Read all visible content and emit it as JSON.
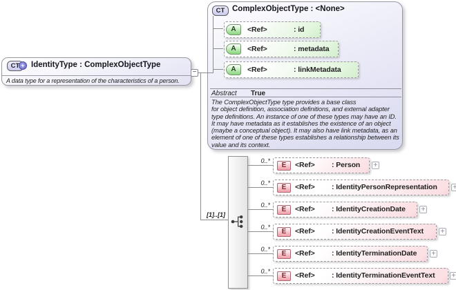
{
  "glyphs": {
    "ct": "CT",
    "attr": "A",
    "elem": "E",
    "plus": "+",
    "minus": "−",
    "derived_plus": "+"
  },
  "identity_node": {
    "title": "IdentityType : ComplexObjectType",
    "description": "A data type for a representation of the characteristics of a person."
  },
  "complex_object_node": {
    "title": "ComplexObjectType : <None>",
    "attributes": [
      {
        "ref": "<Ref>",
        "name": ": id"
      },
      {
        "ref": "<Ref>",
        "name": ": metadata"
      },
      {
        "ref": "<Ref>",
        "name": ": linkMetadata"
      }
    ],
    "facet": {
      "label": "Abstract",
      "value": "True"
    },
    "annotation": "The ComplexObjectType type provides a base class\nfor object definition, association definitions, and external adapter\ntype definitions. An instance of one of these types may have an ID.\nIt may have metadata as it establishes the existence of an object\n(maybe a conceptual object). It may also have link metadata, as an\nelement of one of these types establishes a relationship between its\nvalue and its context."
  },
  "sequence": {
    "cardinality": "[1]..[1]"
  },
  "elements": [
    {
      "cardinality": "0..*",
      "ref": "<Ref>",
      "name": ": Person"
    },
    {
      "cardinality": "0..*",
      "ref": "<Ref>",
      "name": ": IdentityPersonRepresentation"
    },
    {
      "cardinality": "0..*",
      "ref": "<Ref>",
      "name": ": IdentityCreationDate"
    },
    {
      "cardinality": "0..*",
      "ref": "<Ref>",
      "name": ": IdentityCreationEventText"
    },
    {
      "cardinality": "0..*",
      "ref": "<Ref>",
      "name": ": IdentityTerminationDate"
    },
    {
      "cardinality": "0..*",
      "ref": "<Ref>",
      "name": ": IdentityTerminationEventText"
    }
  ]
}
